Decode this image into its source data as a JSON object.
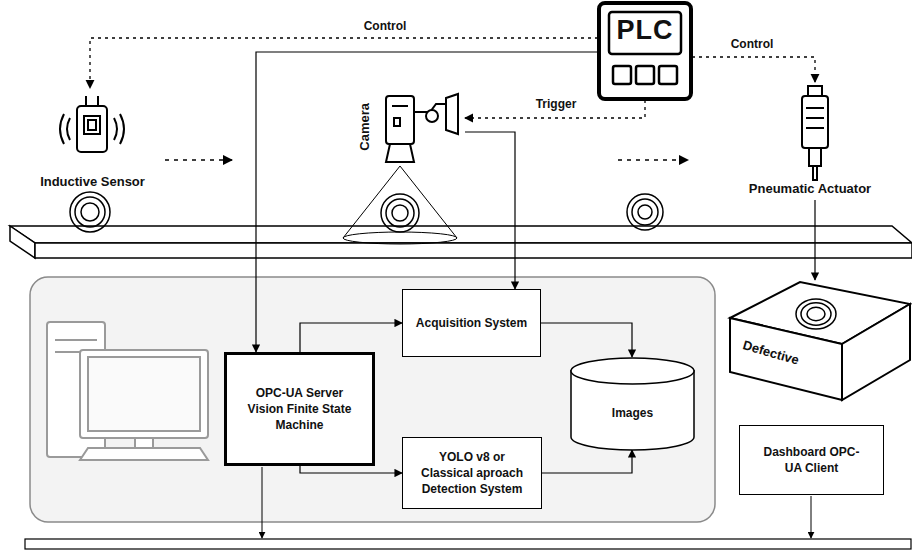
{
  "diagram": {
    "nodes": [
      {
        "text": [
          "Inductive Sensor"
        ]
      },
      {
        "text": [
          "Camera"
        ]
      },
      {
        "text": [
          "PLC"
        ]
      },
      {
        "text": [
          "Pneumatic Actuator"
        ]
      },
      {
        "text": [
          "OPC-UA Server Vision Finite State Machine"
        ]
      },
      {
        "text": [
          "Acquisition System"
        ]
      },
      {
        "text": [
          "Images"
        ]
      },
      {
        "text": [
          "YOLO v8 or Classical aproach Detection System"
        ]
      },
      {
        "text": [
          "Defective"
        ]
      },
      {
        "text": [
          "Dashboard OPC-UA Client"
        ]
      }
    ],
    "edges": [
      {
        "from": 2,
        "to": 0,
        "label": "Control",
        "arrow": "to"
      },
      {
        "from": 2,
        "to": 1,
        "label": "Trigger",
        "arrow": "to"
      },
      {
        "from": 2,
        "to": 3,
        "label": "Control",
        "arrow": "to"
      },
      {
        "from": 2,
        "to": 4,
        "arrow": "to"
      },
      {
        "from": 1,
        "to": 5,
        "arrow": "to"
      },
      {
        "from": 4,
        "to": 5,
        "arrow": "to"
      },
      {
        "from": 4,
        "to": 7,
        "arrow": "to"
      },
      {
        "from": 5,
        "to": 6,
        "arrow": "to"
      },
      {
        "from": 7,
        "to": 6,
        "arrow": "to"
      },
      {
        "from": 3,
        "to": 8,
        "arrow": "to"
      }
    ]
  }
}
